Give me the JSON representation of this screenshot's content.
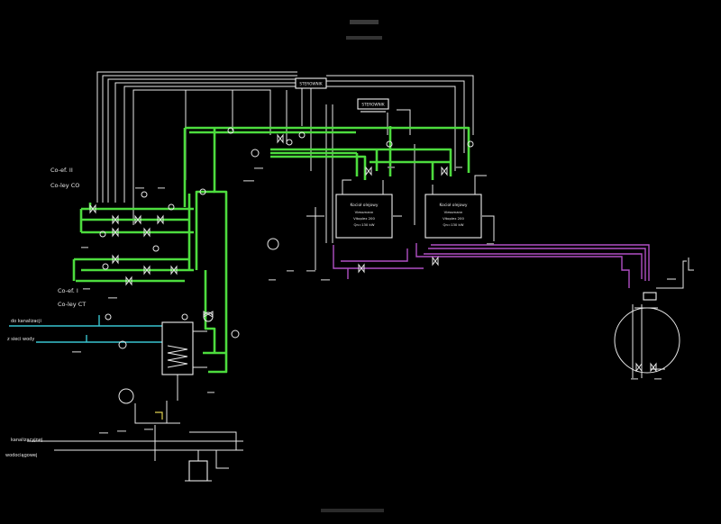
{
  "diagram": {
    "colors": {
      "background": "#000000",
      "supply_pipe": "#4ddc3e",
      "return_pipe": "#b04fc4",
      "water_pipe": "#39c4cf",
      "lines": "#e8e8e8",
      "highlight": "#e0d050"
    },
    "circuit_top": {
      "line1": "Co-ef. II",
      "line2": "Co-ley CO"
    },
    "circuit_bottom": {
      "line1": "Co-ef. I",
      "line2": "Co-ley CT"
    },
    "left_line_1": "do kanalizacji",
    "left_line_2": "z sieci wody",
    "left_line_3": "kanalizacyjnej",
    "left_line_4": "wodociągowej",
    "boiler_1": {
      "title": "Kocioł olejowy",
      "line2": "Viessmann",
      "line3": "Vitoplex 200",
      "line4": "Qn=130 kW"
    },
    "boiler_2": {
      "title": "Kocioł olejowy",
      "line2": "Viessmann",
      "line3": "Vitoplex 200",
      "line4": "Qn=130 kW"
    },
    "controller_1": "STEROWNIK",
    "controller_2": "STEROWNIK"
  }
}
